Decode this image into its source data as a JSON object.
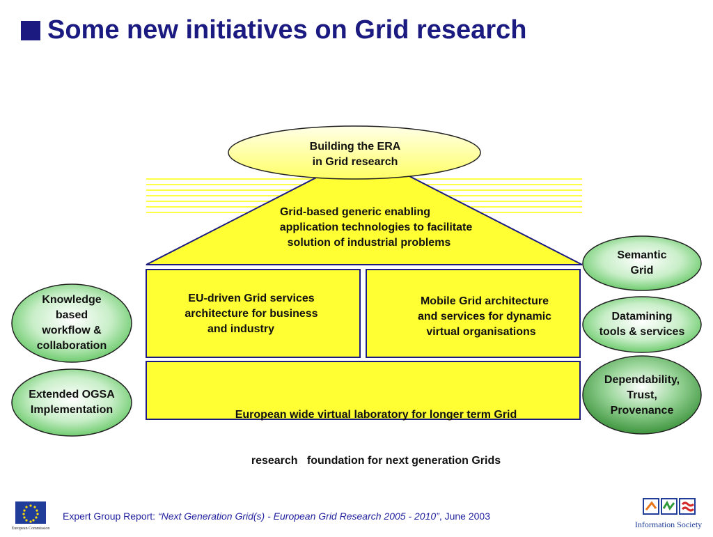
{
  "title": "Some new initiatives on Grid research",
  "roof_oval": {
    "line1": "Building the ERA",
    "line2": "in Grid research"
  },
  "roof": {
    "line1": "Grid-based generic enabling",
    "line2": "application technologies to facilitate",
    "line3": "solution of industrial problems"
  },
  "pillar_left": {
    "line1": "EU-driven Grid services",
    "line2": "architecture for business",
    "line3": "and industry"
  },
  "pillar_right": {
    "line1": "Mobile Grid architecture",
    "line2": "and services for dynamic",
    "line3": "virtual organisations"
  },
  "foundation": {
    "line1": "European wide virtual laboratory for longer term Grid",
    "line2": "research   foundation for next generation Grids"
  },
  "left_ovals": [
    {
      "lines": [
        "Knowledge",
        "based",
        "workflow &",
        "collaboration"
      ]
    },
    {
      "lines": [
        "Extended OGSA",
        "Implementation"
      ]
    }
  ],
  "right_ovals": [
    {
      "lines": [
        "Semantic",
        "Grid"
      ]
    },
    {
      "lines": [
        "Datamining",
        "tools & services"
      ]
    },
    {
      "lines": [
        "Dependability,",
        "Trust,",
        "Provenance"
      ]
    }
  ],
  "footer": {
    "prefix": "Expert Group Report: ",
    "italic": "“Next Generation Grid(s) - European Grid Research 2005 - 2010”",
    "suffix": ", June 2003"
  },
  "logos": {
    "left_caption": "European Commission",
    "right_caption": "Information Society"
  },
  "colors": {
    "title": "#1a1a80",
    "house_fill": "#ffff33",
    "oval_fill_light": "#ffffcc",
    "green_oval": "#66cc66",
    "footer": "#2222a0"
  }
}
